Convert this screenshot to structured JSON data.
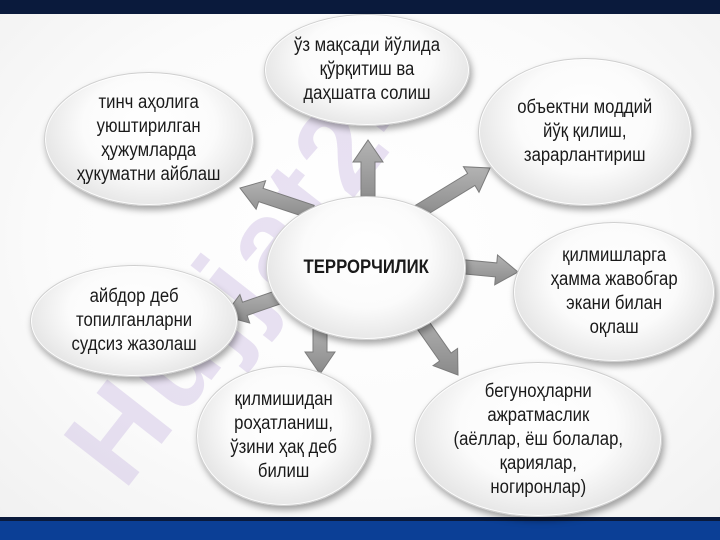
{
  "diagram": {
    "center": {
      "label": "ТЕРРОРЧИЛИК"
    },
    "nodes": [
      {
        "id": "top",
        "label": "ўз мақсади йўлида\nқўрқитиш ва\nдаҳшатга солиш"
      },
      {
        "id": "upper-right",
        "label": "объектни моддий\nйўқ қилиш,\nзарарлантириш"
      },
      {
        "id": "right",
        "label": "қилмишларга\nҳамма жавобгар\nэкани билан\nоқлаш"
      },
      {
        "id": "lower-right",
        "label": "бегуноҳларни\nажратмаслик\n(аёллар, ёш болалар,\nқариялар,\nногиронлар)"
      },
      {
        "id": "lower-center",
        "label": "қилмишидан\nроҳатланиш,\nўзини ҳақ деб\nбилиш"
      },
      {
        "id": "left",
        "label": "айбдор деб\nтопилганларни\nсудсиз жазолаш"
      },
      {
        "id": "upper-left",
        "label": "тинч аҳолига\nуюштирилган\nҳужумларда\nҳукуматни айблаш"
      }
    ],
    "watermark": "Hujjat24"
  },
  "colors": {
    "top_band": "#0a1a3c",
    "bottom_band": "#0b3f96",
    "arrow": "#9a9a9a",
    "watermark": "#d6c8e8"
  }
}
